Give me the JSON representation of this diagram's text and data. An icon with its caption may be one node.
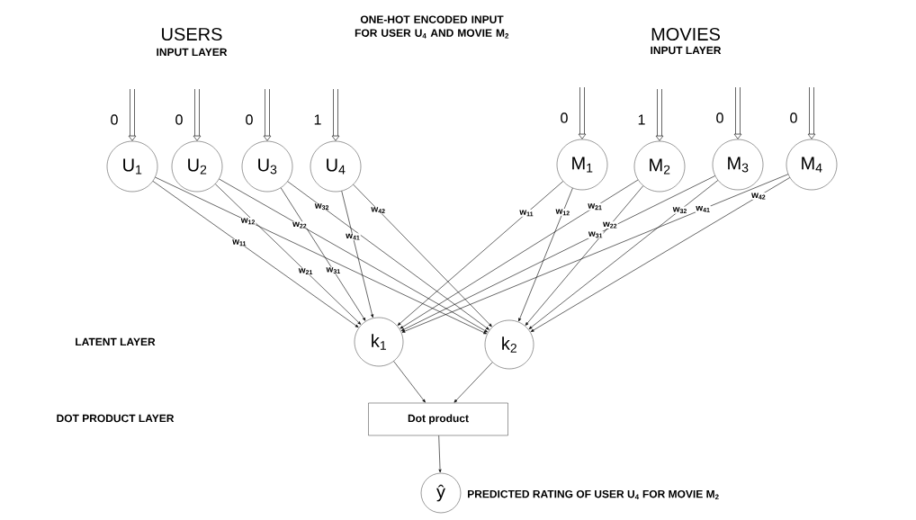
{
  "diagram": {
    "nodes": [
      {
        "text": [
          "U$_{1}$"
        ]
      },
      {
        "text": [
          "U$_{2}$"
        ]
      },
      {
        "text": [
          "U$_{3}$"
        ]
      },
      {
        "text": [
          "U$_{4}$"
        ]
      },
      {
        "text": [
          "M$_{1}$"
        ]
      },
      {
        "text": [
          "M$_{2}$"
        ]
      },
      {
        "text": [
          "M$_{3}$"
        ]
      },
      {
        "text": [
          "M$_{4}$"
        ]
      },
      {
        "text": [
          "k$_{1}$"
        ]
      },
      {
        "text": [
          "k$_{2}$"
        ]
      },
      {
        "text": [
          "Dot product"
        ]
      },
      {
        "text": [
          "ŷ"
        ],
        "beside": [
          "PREDICTED RATING OF USER U$_{4}$ FOR MOVIE M$_{2}$"
        ]
      }
    ],
    "edges": [
      {
        "from": null,
        "to": 0,
        "arrow": "to",
        "label": "0",
        "style": "thick"
      },
      {
        "from": null,
        "to": 1,
        "arrow": "to",
        "label": "0",
        "style": "thick"
      },
      {
        "from": null,
        "to": 2,
        "arrow": "to",
        "label": "0",
        "style": "thick"
      },
      {
        "from": null,
        "to": 3,
        "arrow": "to",
        "label": "1",
        "style": "thick"
      },
      {
        "from": null,
        "to": 4,
        "arrow": "to",
        "label": "0",
        "style": "thick"
      },
      {
        "from": null,
        "to": 5,
        "arrow": "to",
        "label": "1",
        "style": "thick"
      },
      {
        "from": null,
        "to": 6,
        "arrow": "to",
        "label": "0",
        "style": "thick"
      },
      {
        "from": null,
        "to": 7,
        "arrow": "to",
        "label": "0",
        "style": "thick"
      },
      {
        "from": 0,
        "to": 8,
        "arrow": "to",
        "label": "w$_{11}$"
      },
      {
        "from": 0,
        "to": 9,
        "arrow": "to",
        "label": "w$_{12}$"
      },
      {
        "from": 1,
        "to": 8,
        "arrow": "to",
        "label": "w$_{21}$"
      },
      {
        "from": 1,
        "to": 9,
        "arrow": "to",
        "label": "w$_{22}$"
      },
      {
        "from": 2,
        "to": 8,
        "arrow": "to",
        "label": "w$_{31}$"
      },
      {
        "from": 2,
        "to": 9,
        "arrow": "to",
        "label": "w$_{32}$"
      },
      {
        "from": 3,
        "to": 8,
        "arrow": "to",
        "label": "w$_{41}$"
      },
      {
        "from": 3,
        "to": 9,
        "arrow": "to",
        "label": "w$_{42}$"
      },
      {
        "from": 4,
        "to": 8,
        "arrow": "to",
        "label": "w$_{11}$"
      },
      {
        "from": 4,
        "to": 9,
        "arrow": "to",
        "label": "w$_{12}$"
      },
      {
        "from": 5,
        "to": 8,
        "arrow": "to",
        "label": "w$_{21}$"
      },
      {
        "from": 5,
        "to": 9,
        "arrow": "to",
        "label": "w$_{22}$"
      },
      {
        "from": 6,
        "to": 8,
        "arrow": "to",
        "label": "w$_{31}$"
      },
      {
        "from": 6,
        "to": 9,
        "arrow": "to",
        "label": "w$_{32}$"
      },
      {
        "from": 7,
        "to": 8,
        "arrow": "to",
        "label": "w$_{41}$"
      },
      {
        "from": 7,
        "to": 9,
        "arrow": "to",
        "label": "w$_{42}$"
      },
      {
        "from": 8,
        "to": 10,
        "arrow": "to"
      },
      {
        "from": 9,
        "to": 10,
        "arrow": "to"
      },
      {
        "from": 10,
        "to": 11,
        "arrow": "to"
      }
    ],
    "labels": [
      "USERS",
      "INPUT LAYER",
      "ONE-HOT ENCODED INPUT FOR USER U$_{4}$ AND MOVIE M$_{2}$",
      "MOVIES",
      "INPUT LAYER",
      "LATENT LAYER",
      "DOT PRODUCT LAYER"
    ]
  }
}
